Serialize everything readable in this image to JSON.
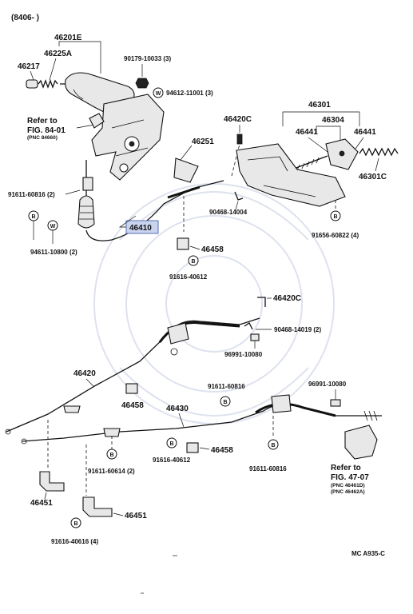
{
  "header": {
    "code": "(8406-      )"
  },
  "labels": {
    "p46201E": "46201E",
    "p46225A": "46225A",
    "p46217": "46217",
    "p90179": "90179-10033 (3)",
    "p94612": "94612-11001 (3)",
    "ref1_a": "Refer to",
    "ref1_b": "FIG. 84-01",
    "ref1_c": "(PNC 84660)",
    "p46251": "46251",
    "p46420C_top": "46420C",
    "p46301": "46301",
    "p46304": "46304",
    "p46441_a": "46441",
    "p46441_b": "46441",
    "p46301C": "46301C",
    "p91611_top": "91611-60816 (2)",
    "p94611": "94611-10800 (2)",
    "p46410": "46410",
    "p90468_14004": "90468-14004",
    "p91656": "91656-60822 (4)",
    "p46458_top": "46458",
    "p91616_top": "91616-40612",
    "p46420C_mid": "46420C",
    "p90468_14019": "90468-14019 (2)",
    "p96991_top": "96991-10080",
    "p46420": "46420",
    "p91611_mid": "91611-60816",
    "p96991_right": "96991-10080",
    "p46458_mid": "46458",
    "p46430": "46430",
    "p91616_mid": "91616-40612",
    "p46458_low": "46458",
    "p91611_low": "91611-60614 (2)",
    "p91611_right": "91611-60816",
    "ref2_a": "Refer to",
    "ref2_b": "FIG. 47-07",
    "ref2_c": "(PNC 46461D)",
    "ref2_d": "(PNC 46462A)",
    "p46451_left": "46451",
    "p46451_right": "46451",
    "p91616_bottom": "91616-40616 (4)",
    "footer": "MC  A935-C"
  },
  "callouts": {
    "B": "B",
    "W": "W"
  },
  "colors": {
    "highlight": "#c9d4ee",
    "ink": "#111111"
  }
}
